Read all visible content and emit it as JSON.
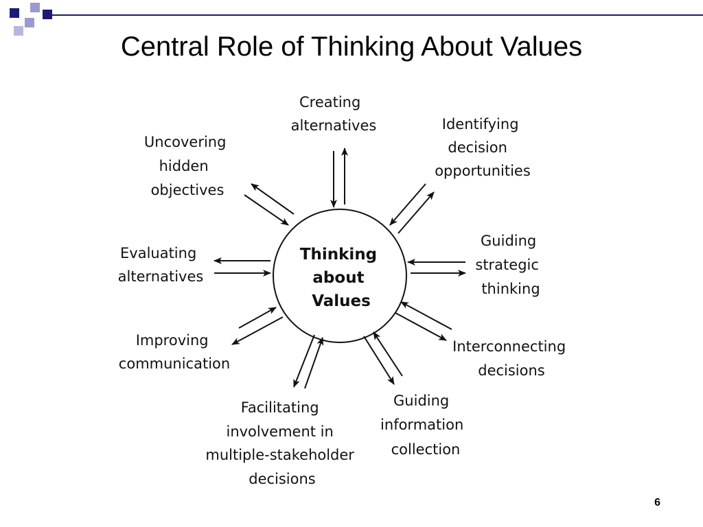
{
  "slide": {
    "title": "Central Role of Thinking About Values",
    "page_number": "6"
  },
  "diagram": {
    "center": [
      "Thinking",
      "about",
      "Values"
    ],
    "nodes": [
      {
        "id": "creating-alternatives",
        "lines": [
          "Creating",
          "alternatives"
        ]
      },
      {
        "id": "identifying-decision-opportunities",
        "lines": [
          "Identifying",
          "decision",
          "opportunities"
        ]
      },
      {
        "id": "guiding-strategic-thinking",
        "lines": [
          "Guiding",
          "strategic",
          "thinking"
        ]
      },
      {
        "id": "interconnecting-decisions",
        "lines": [
          "Interconnecting",
          "decisions"
        ]
      },
      {
        "id": "guiding-information-collection",
        "lines": [
          "Guiding",
          "information",
          "collection"
        ]
      },
      {
        "id": "facilitating-involvement",
        "lines": [
          "Facilitating",
          "involvement in",
          "multiple-stakeholder",
          "decisions"
        ]
      },
      {
        "id": "improving-communication",
        "lines": [
          "Improving",
          "communication"
        ]
      },
      {
        "id": "evaluating-alternatives",
        "lines": [
          "Evaluating",
          "alternatives"
        ]
      },
      {
        "id": "uncovering-hidden-objectives",
        "lines": [
          "Uncovering",
          "hidden",
          "objectives"
        ]
      }
    ],
    "colors": {
      "accent_navy": "#1a1a7a",
      "accent_lavender": "#9a9ad0",
      "line": "#111111"
    }
  }
}
